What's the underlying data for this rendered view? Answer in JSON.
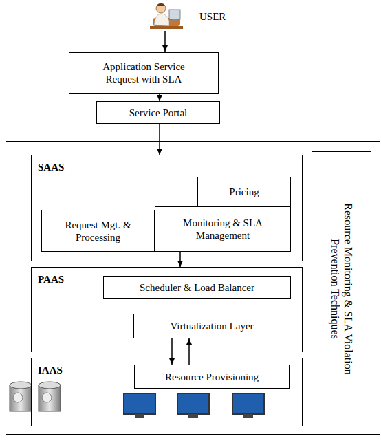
{
  "diagram": {
    "nodes": [
      {
        "text": [
          "Application Service Request with SLA"
        ]
      },
      {
        "text": [
          "Service Portal"
        ]
      },
      {
        "text": [
          "SAAS"
        ]
      },
      {
        "text": [
          "Pricing"
        ],
        "in": 2
      },
      {
        "text": [
          "Request Mgt. & Processing"
        ],
        "in": 2
      },
      {
        "text": [
          "Monitoring & SLA Management"
        ],
        "in": 2
      },
      {
        "text": [
          "PAAS"
        ]
      },
      {
        "text": [
          "Scheduler & Load Balancer"
        ],
        "in": 6
      },
      {
        "text": [
          "Virtualization Layer"
        ],
        "in": 6
      },
      {
        "text": [
          "IAAS"
        ]
      },
      {
        "text": [
          "Resource Provisioning"
        ],
        "in": 9
      },
      {
        "text": [
          "Resource Monitoring & SLA Violation Prevention Techniques"
        ]
      }
    ],
    "edges": [
      {
        "from": 0,
        "to": 1,
        "arrow": "to"
      },
      {
        "from": 1,
        "to": 2,
        "arrow": "to"
      },
      {
        "from": 5,
        "to": 6,
        "arrow": "to"
      },
      {
        "from": 8,
        "to": 10,
        "arrow": "to"
      },
      {
        "from": 10,
        "to": 8,
        "arrow": "to"
      }
    ],
    "labels": [
      "USER"
    ]
  }
}
